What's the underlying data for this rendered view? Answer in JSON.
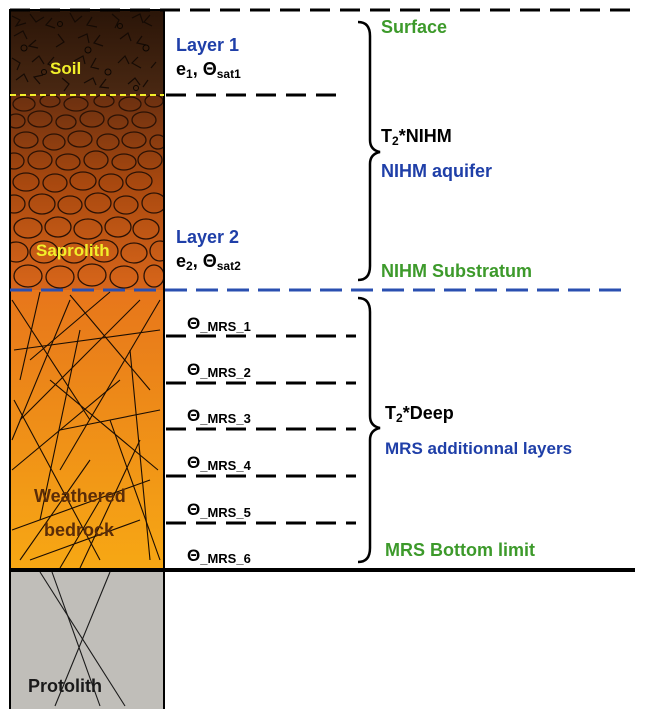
{
  "column": {
    "soil_label": "Soil",
    "saprolith_label": "Saprolith",
    "weathered_label_line1": "Weathered",
    "weathered_label_line2": "bedrock",
    "protolith_label": "Protolith"
  },
  "layers": {
    "layer1_title": "Layer 1",
    "layer1_params": "e",
    "layer1_e_sub": "1",
    "layer1_theta": ", Θ",
    "layer1_theta_sub": "sat1",
    "layer2_title": "Layer 2",
    "layer2_params": "e",
    "layer2_e_sub": "2",
    "layer2_theta": ", Θ",
    "layer2_theta_sub": "sat2"
  },
  "nihm": {
    "surface_label": "Surface",
    "t2_prefix": "T",
    "t2_sub": "2",
    "t2_suffix": "*NIHM",
    "aquifer_label": "NIHM aquifer",
    "substratum_label": "NIHM Substratum"
  },
  "mrs": {
    "theta_symbol": "Θ",
    "layers": [
      "_MRS_1",
      "_MRS_2",
      "_MRS_3",
      "_MRS_4",
      "_MRS_5",
      "_MRS_6"
    ],
    "t2_prefix": "T",
    "t2_sub": "2",
    "t2_suffix": "*Deep",
    "additional_label": "MRS additionnal layers",
    "bottom_label": "MRS Bottom limit"
  },
  "colors": {
    "blue_text": "#1f3fa8",
    "green_text": "#3d9a2b",
    "yellow_text": "#f2ef2a",
    "dark_text": "#000000",
    "dashed_blue": "#2a4fb0",
    "protolith_fill": "#c0beb9"
  }
}
